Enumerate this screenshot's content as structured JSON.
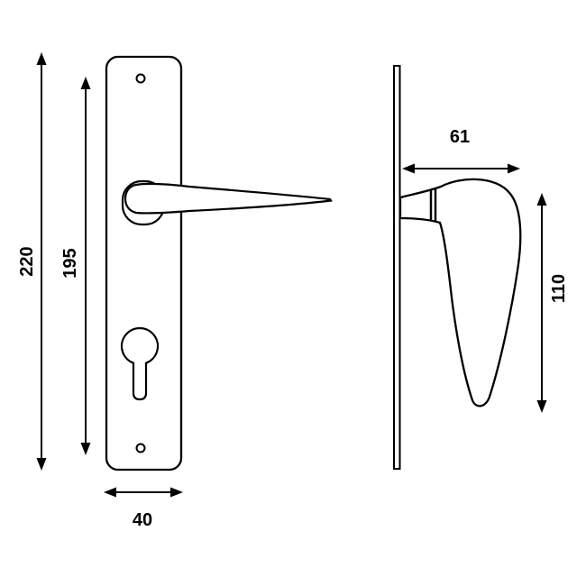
{
  "drawing": {
    "background_color": "#ffffff",
    "line_color": "#000000",
    "dims": {
      "overall_height": "220",
      "screw_spacing": "195",
      "plate_width": "40",
      "projection": "61",
      "lever_length": "110"
    }
  }
}
